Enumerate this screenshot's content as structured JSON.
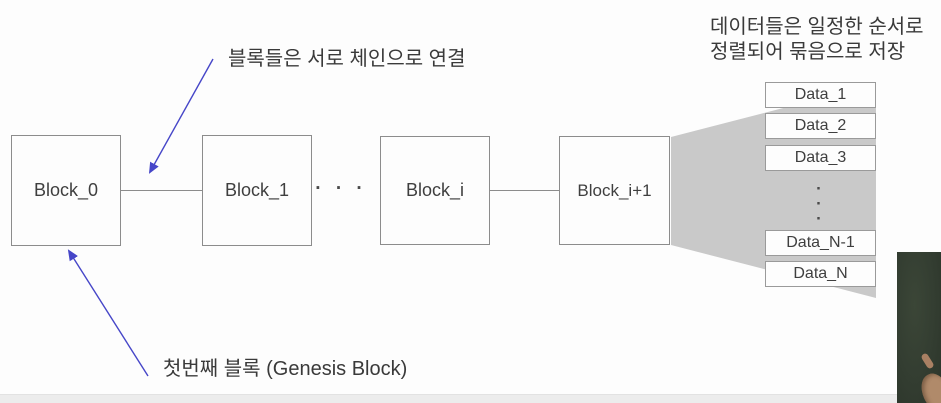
{
  "slide": {
    "annotations": {
      "chain_note": "블록들은 서로 체인으로 연결",
      "data_note_line1": "데이터들은 일정한 순서로",
      "data_note_line2": "정렬되어 묶음으로 저장",
      "genesis_note": "첫번째 블록 (Genesis Block)"
    },
    "blocks": [
      {
        "label": "Block_0"
      },
      {
        "label": "Block_1"
      },
      {
        "label": "Block_i"
      },
      {
        "label": "Block_i+1"
      }
    ],
    "chain_ellipsis": "· · ·",
    "data_stack": {
      "items": [
        {
          "label": "Data_1"
        },
        {
          "label": "Data_2"
        },
        {
          "label": "Data_3"
        },
        {
          "label": "Data_N-1"
        },
        {
          "label": "Data_N"
        }
      ],
      "ellipsis": [
        "·",
        "·",
        "·"
      ]
    },
    "colors": {
      "arrow_blue": "#4646c8",
      "box_border_gray": "#8c8c8c",
      "fan_gray": "#c9c9c9",
      "text_dark": "#3c3c3c",
      "webcam_green": "#333d31",
      "bottom_strip_gray": "#ececec"
    }
  }
}
